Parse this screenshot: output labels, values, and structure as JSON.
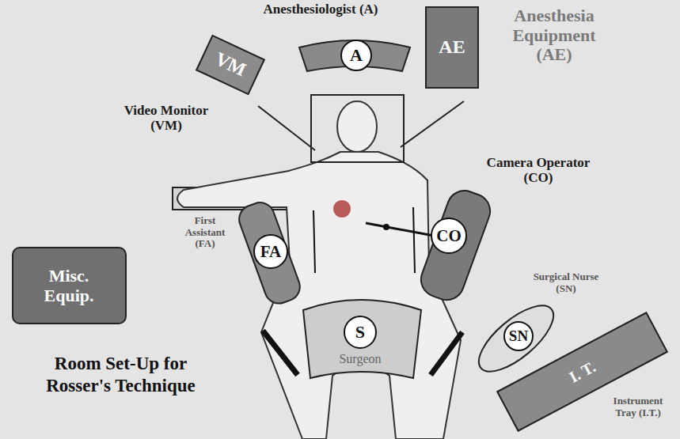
{
  "diagram": {
    "title": "Room Set-Up for Rosser's Technique",
    "nodes": [
      {
        "text": [
          "VM"
        ]
      },
      {
        "text": [
          "A"
        ]
      },
      {
        "text": [
          "AE"
        ]
      },
      {
        "text": [
          "FA"
        ]
      },
      {
        "text": [
          "CO"
        ]
      },
      {
        "text": [
          "Misc. Equip."
        ]
      },
      {
        "text": [
          "SN"
        ]
      },
      {
        "text": [
          "S",
          "Surgeon"
        ]
      },
      {
        "text": [
          "I. T."
        ]
      }
    ],
    "labels": [
      "Anesthesiologist (A)",
      "Anesthesia Equipment (AE)",
      "Video Monitor (VM)",
      "Camera Operator (CO)",
      "First Assistant (FA)",
      "Surgical Nurse (SN)",
      "Instrument Tray (I.T.)"
    ]
  }
}
